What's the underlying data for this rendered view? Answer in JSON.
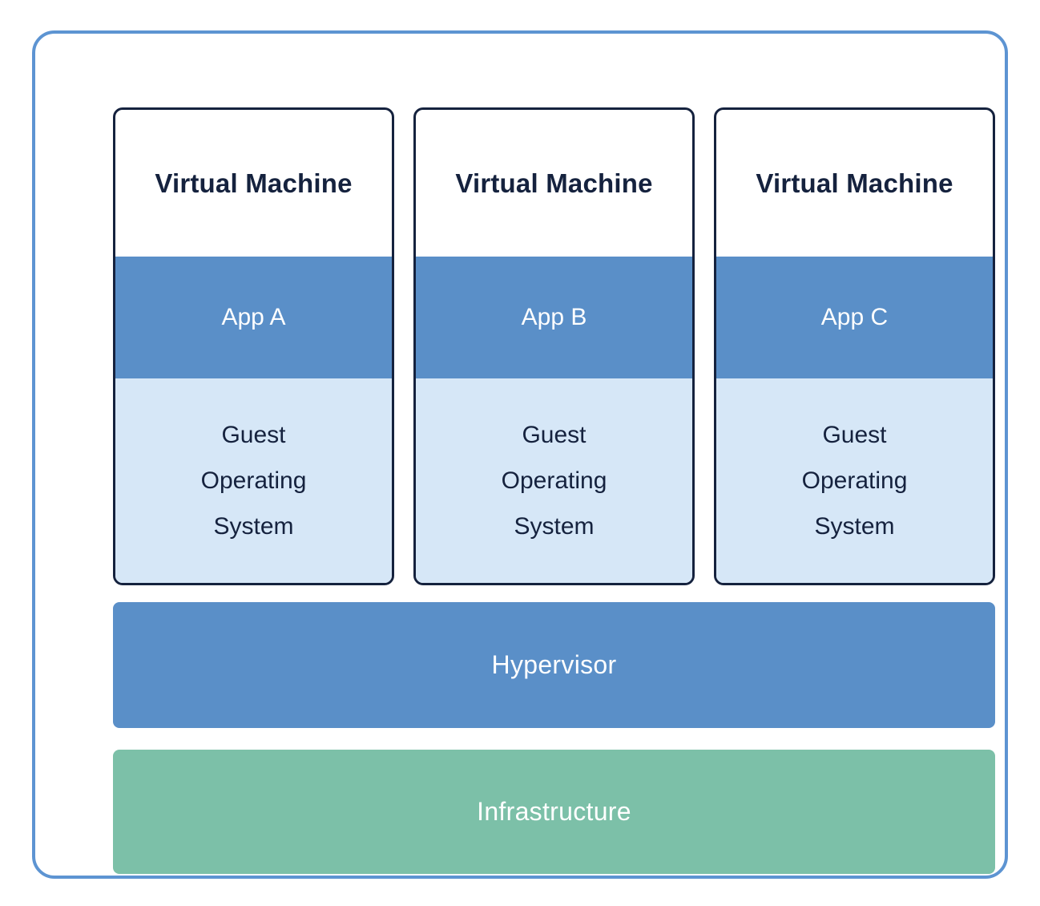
{
  "colors": {
    "frame-border": "#5d94d2",
    "vm-border": "#15223e",
    "app-blue": "#5a8fc8",
    "guest-light-blue": "#d6e7f7",
    "hypervisor-blue": "#5a8fc8",
    "infrastructure-green": "#7cc0a8",
    "text-dark": "#15223e",
    "text-light": "#ffffff",
    "bg": "#ffffff"
  },
  "vms": [
    {
      "title": "Virtual Machine",
      "app": "App A",
      "os": "Guest Operating System"
    },
    {
      "title": "Virtual Machine",
      "app": "App B",
      "os": "Guest Operating System"
    },
    {
      "title": "Virtual Machine",
      "app": "App C",
      "os": "Guest Operating System"
    }
  ],
  "layers": {
    "hypervisor": "Hypervisor",
    "infrastructure": "Infrastructure"
  }
}
